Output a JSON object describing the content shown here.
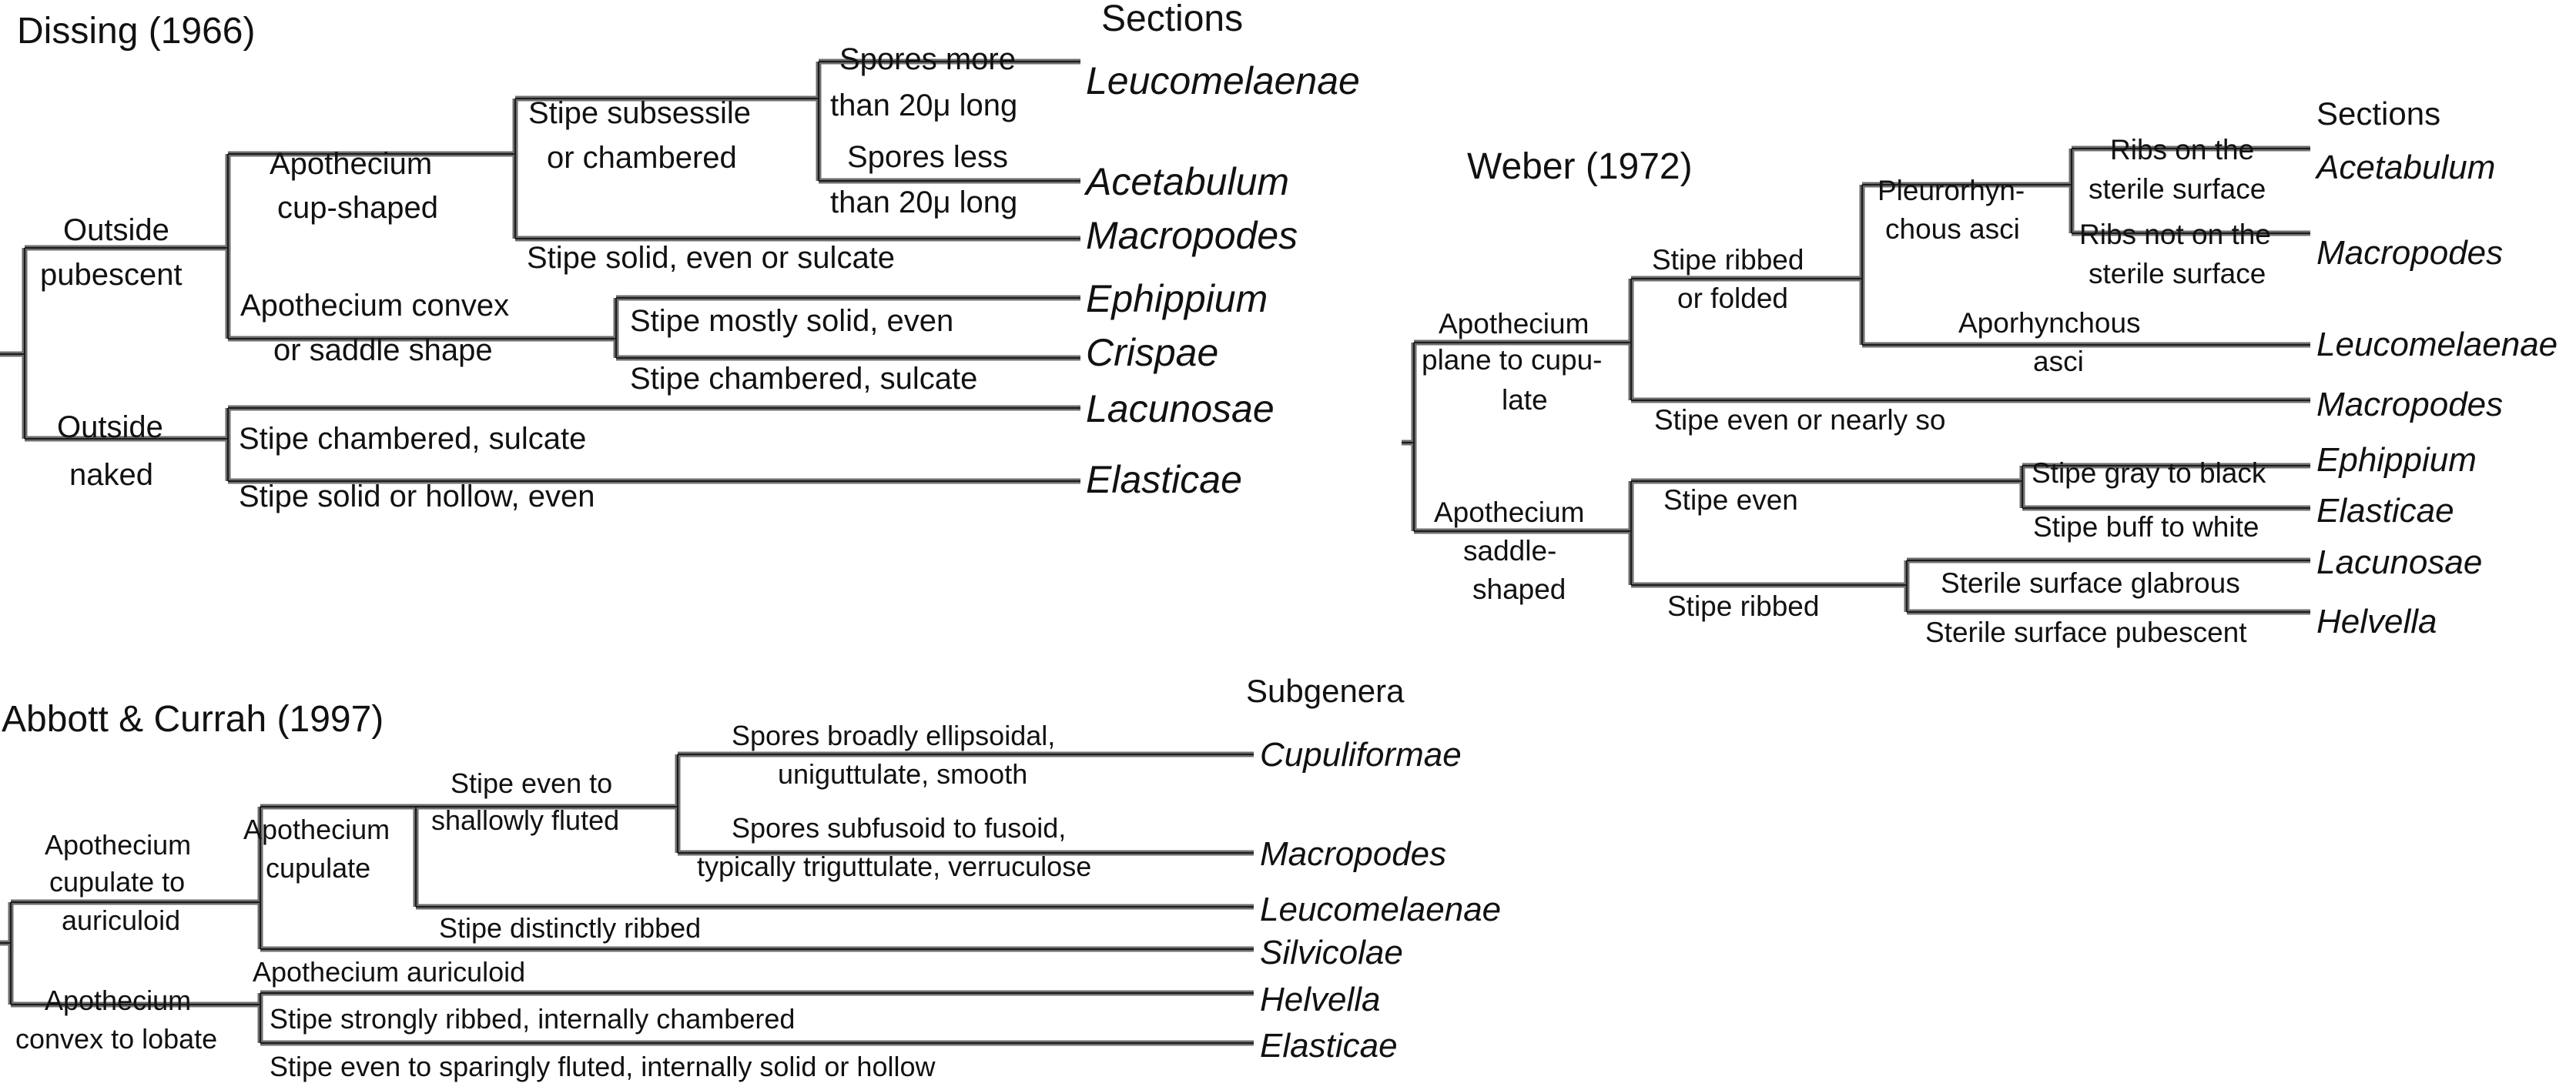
{
  "dissing": {
    "title": "Dissing (1966)",
    "header": "Sections",
    "labels": {
      "outside_pubescent_1": "Outside",
      "outside_pubescent_2": "pubescent",
      "outside_naked_1": "Outside",
      "outside_naked_2": "naked",
      "cup_1": "Apothecium",
      "cup_2": "cup-shaped",
      "convex_1": "Apothecium convex",
      "convex_2": "or saddle shape",
      "subsessile_1": "Stipe subsessile",
      "subsessile_2": "or chambered",
      "more_1": "Spores more",
      "more_2": "than 20μ long",
      "less_1": "Spores less",
      "less_2": "than 20μ long",
      "solid_even_sulcate": "Stipe solid, even or sulcate",
      "mostly_solid": "Stipe mostly solid, even",
      "chambered_sulcate_a": "Stipe chambered, sulcate",
      "chambered_sulcate_b": "Stipe chambered, sulcate",
      "solid_hollow": "Stipe solid or hollow, even"
    },
    "taxa": [
      "Leucomelaenae",
      "Acetabulum",
      "Macropodes",
      "Ephippium",
      "Crispae",
      "Lacunosae",
      "Elasticae"
    ]
  },
  "weber": {
    "title": "Weber (1972)",
    "header": "Sections",
    "labels": {
      "plane_1": "Apothecium",
      "plane_2": "plane to cupu-",
      "plane_3": "late",
      "saddle_1": "Apothecium",
      "saddle_2": "saddle-",
      "saddle_3": "shaped",
      "ribbed_folded_1": "Stipe ribbed",
      "ribbed_folded_2": "or folded",
      "even_nearly": "Stipe even or nearly so",
      "pleuro_1": "Pleurorhyn-",
      "pleuro_2": "chous asci",
      "apo_1": "Aporhynchous",
      "apo_2": "asci",
      "ribs_on_1": "Ribs on the",
      "ribs_on_2": "sterile surface",
      "ribs_not_1": "Ribs not on the",
      "ribs_not_2": "sterile surface",
      "stipe_even": "Stipe even",
      "stipe_ribbed": "Stipe ribbed",
      "gray_black": "Stipe gray to black",
      "buff_white": "Stipe buff to white",
      "glabrous": "Sterile surface glabrous",
      "pubescent": "Sterile surface pubescent"
    },
    "taxa": [
      "Acetabulum",
      "Macropodes",
      "Leucomelaenae",
      "Macropodes",
      "Ephippium",
      "Elasticae",
      "Lacunosae",
      "Helvella"
    ]
  },
  "abbott": {
    "title": "Abbott & Currah (1997)",
    "header": "Subgenera",
    "labels": {
      "cupulate_aur_1": "Apothecium",
      "cupulate_aur_2": "cupulate to",
      "cupulate_aur_3": "auriculoid",
      "convex_lobate_1": "Apothecium",
      "convex_lobate_2": "convex to lobate",
      "apo_cupulate_1": "Apothecium",
      "apo_cupulate_2": "cupulate",
      "even_fluted_1": "Stipe even to",
      "even_fluted_2": "shallowly fluted",
      "ellipsoidal_1": "Spores broadly ellipsoidal,",
      "ellipsoidal_2": "uniguttulate, smooth",
      "subfusoid_1": "Spores subfusoid to fusoid,",
      "subfusoid_2": "typically triguttulate, verruculose",
      "distinctly_ribbed": "Stipe distinctly ribbed",
      "auriculoid": "Apothecium auriculoid",
      "strongly_ribbed": "Stipe strongly ribbed, internally chambered",
      "sparingly_fluted": "Stipe even to sparingly fluted, internally solid or hollow"
    },
    "taxa": [
      "Cupuliformae",
      "Macropodes",
      "Leucomelaenae",
      "Silvicolae",
      "Helvella",
      "Elasticae"
    ]
  }
}
